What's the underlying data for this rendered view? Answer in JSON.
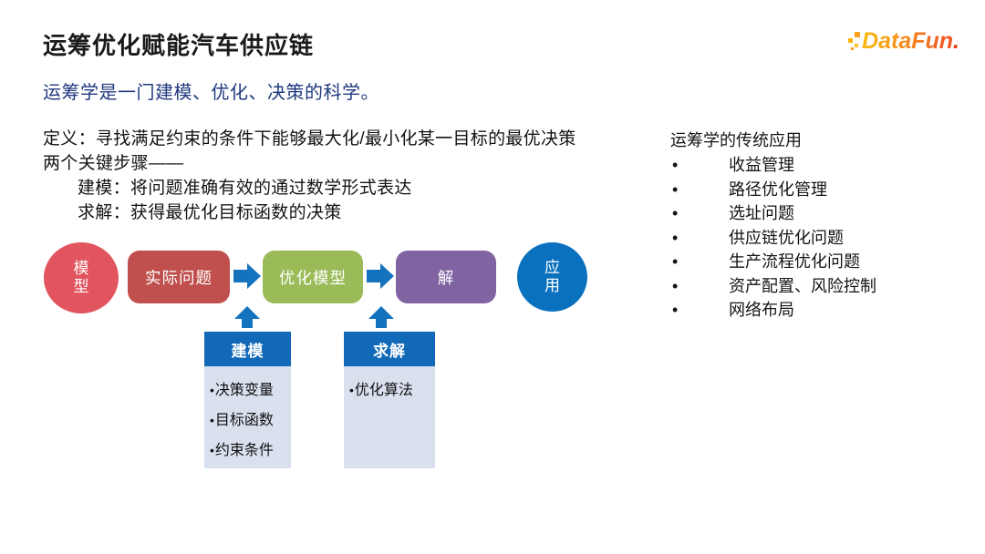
{
  "slide": {
    "title": "运筹优化赋能汽车供应链",
    "subtitle": "运筹学是一门建模、优化、决策的科学。"
  },
  "logo": {
    "text": "DataFun",
    "dot": ".",
    "gradient_start": "#fbb40f",
    "gradient_end": "#ef5223",
    "dot_color": "#e8380d"
  },
  "definition": {
    "lines": [
      "定义：寻找满足约束的条件下能够最大化/最小化某一目标的最优决策",
      "两个关键步骤——",
      "建模：将问题准确有效的通过数学形式表达",
      "求解：获得最优化目标函数的决策"
    ]
  },
  "applications": {
    "heading": "运筹学的传统应用",
    "items": [
      "收益管理",
      "路径优化管理",
      "选址问题",
      "供应链优化问题",
      "生产流程优化问题",
      "资产配置、风险控制",
      "网络布局"
    ]
  },
  "flow": {
    "start_circle": {
      "label": "模型",
      "color": "#e2545e"
    },
    "nodes": [
      {
        "label": "实际问题",
        "color": "#c0504d"
      },
      {
        "label": "优化模型",
        "color": "#9bbb59"
      },
      {
        "label": "解",
        "color": "#8064a2"
      }
    ],
    "end_circle": {
      "label": "应用",
      "color": "#0971be"
    },
    "arrow_color": "#1573be"
  },
  "detail_boxes": [
    {
      "header": "建模",
      "header_color": "#1169b8",
      "body_color": "#d9e0ee",
      "items": [
        "决策变量",
        "目标函数",
        "约束条件"
      ]
    },
    {
      "header": "求解",
      "header_color": "#1169b8",
      "body_color": "#d9e0ee",
      "items": [
        "优化算法"
      ]
    }
  ]
}
